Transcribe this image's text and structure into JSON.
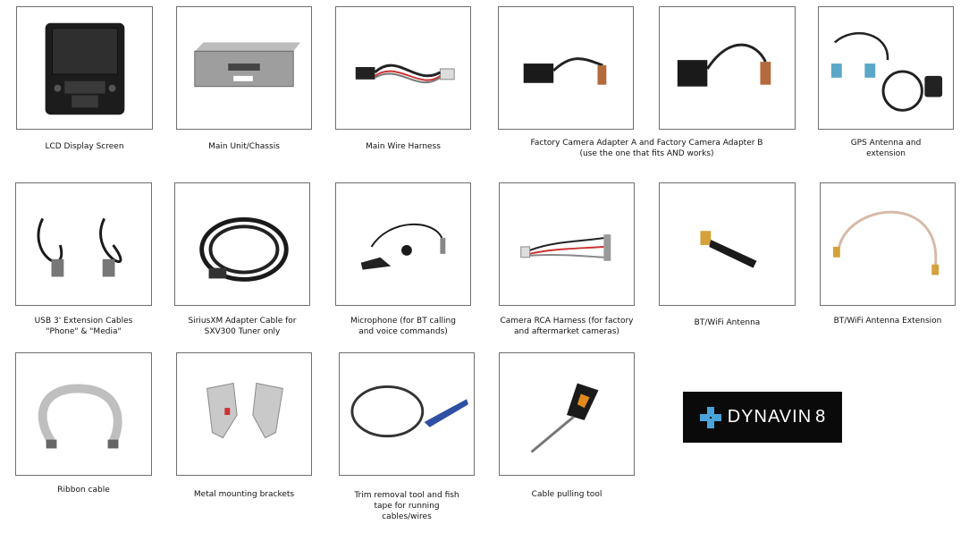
{
  "items": [
    {
      "caption": "LCD Display Screen"
    },
    {
      "caption": "Main Unit/Chassis"
    },
    {
      "caption": "Main Wire Harness"
    },
    {
      "caption": "Factory Camera Adapter A and Factory Camera Adapter B\n(use the one that fits AND works)"
    },
    {
      "caption": "GPS Antenna and\nextension"
    },
    {
      "caption": "USB 3' Extension Cables\n\"Phone\" & \"Media\""
    },
    {
      "caption": "SiriusXM Adapter Cable for\nSXV300 Tuner only"
    },
    {
      "caption": "Microphone (for BT calling\nand voice commands)"
    },
    {
      "caption": "Camera RCA Harness (for factory\nand aftermarket cameras)"
    },
    {
      "caption": "BT/WiFi Antenna"
    },
    {
      "caption": "BT/WiFi Antenna Extension"
    },
    {
      "caption": "Ribbon cable"
    },
    {
      "caption": "Metal mounting brackets"
    },
    {
      "caption": "Trim removal tool and fish\ntape for running\ncables/wires"
    },
    {
      "caption": "Cable pulling tool"
    }
  ],
  "logo": {
    "text": "DYNAVIN",
    "suffix": "8",
    "icon": "dynavin-cross-logo-icon",
    "brand_color": "#0a0a0a",
    "accent_color": "#4aa3d8"
  }
}
